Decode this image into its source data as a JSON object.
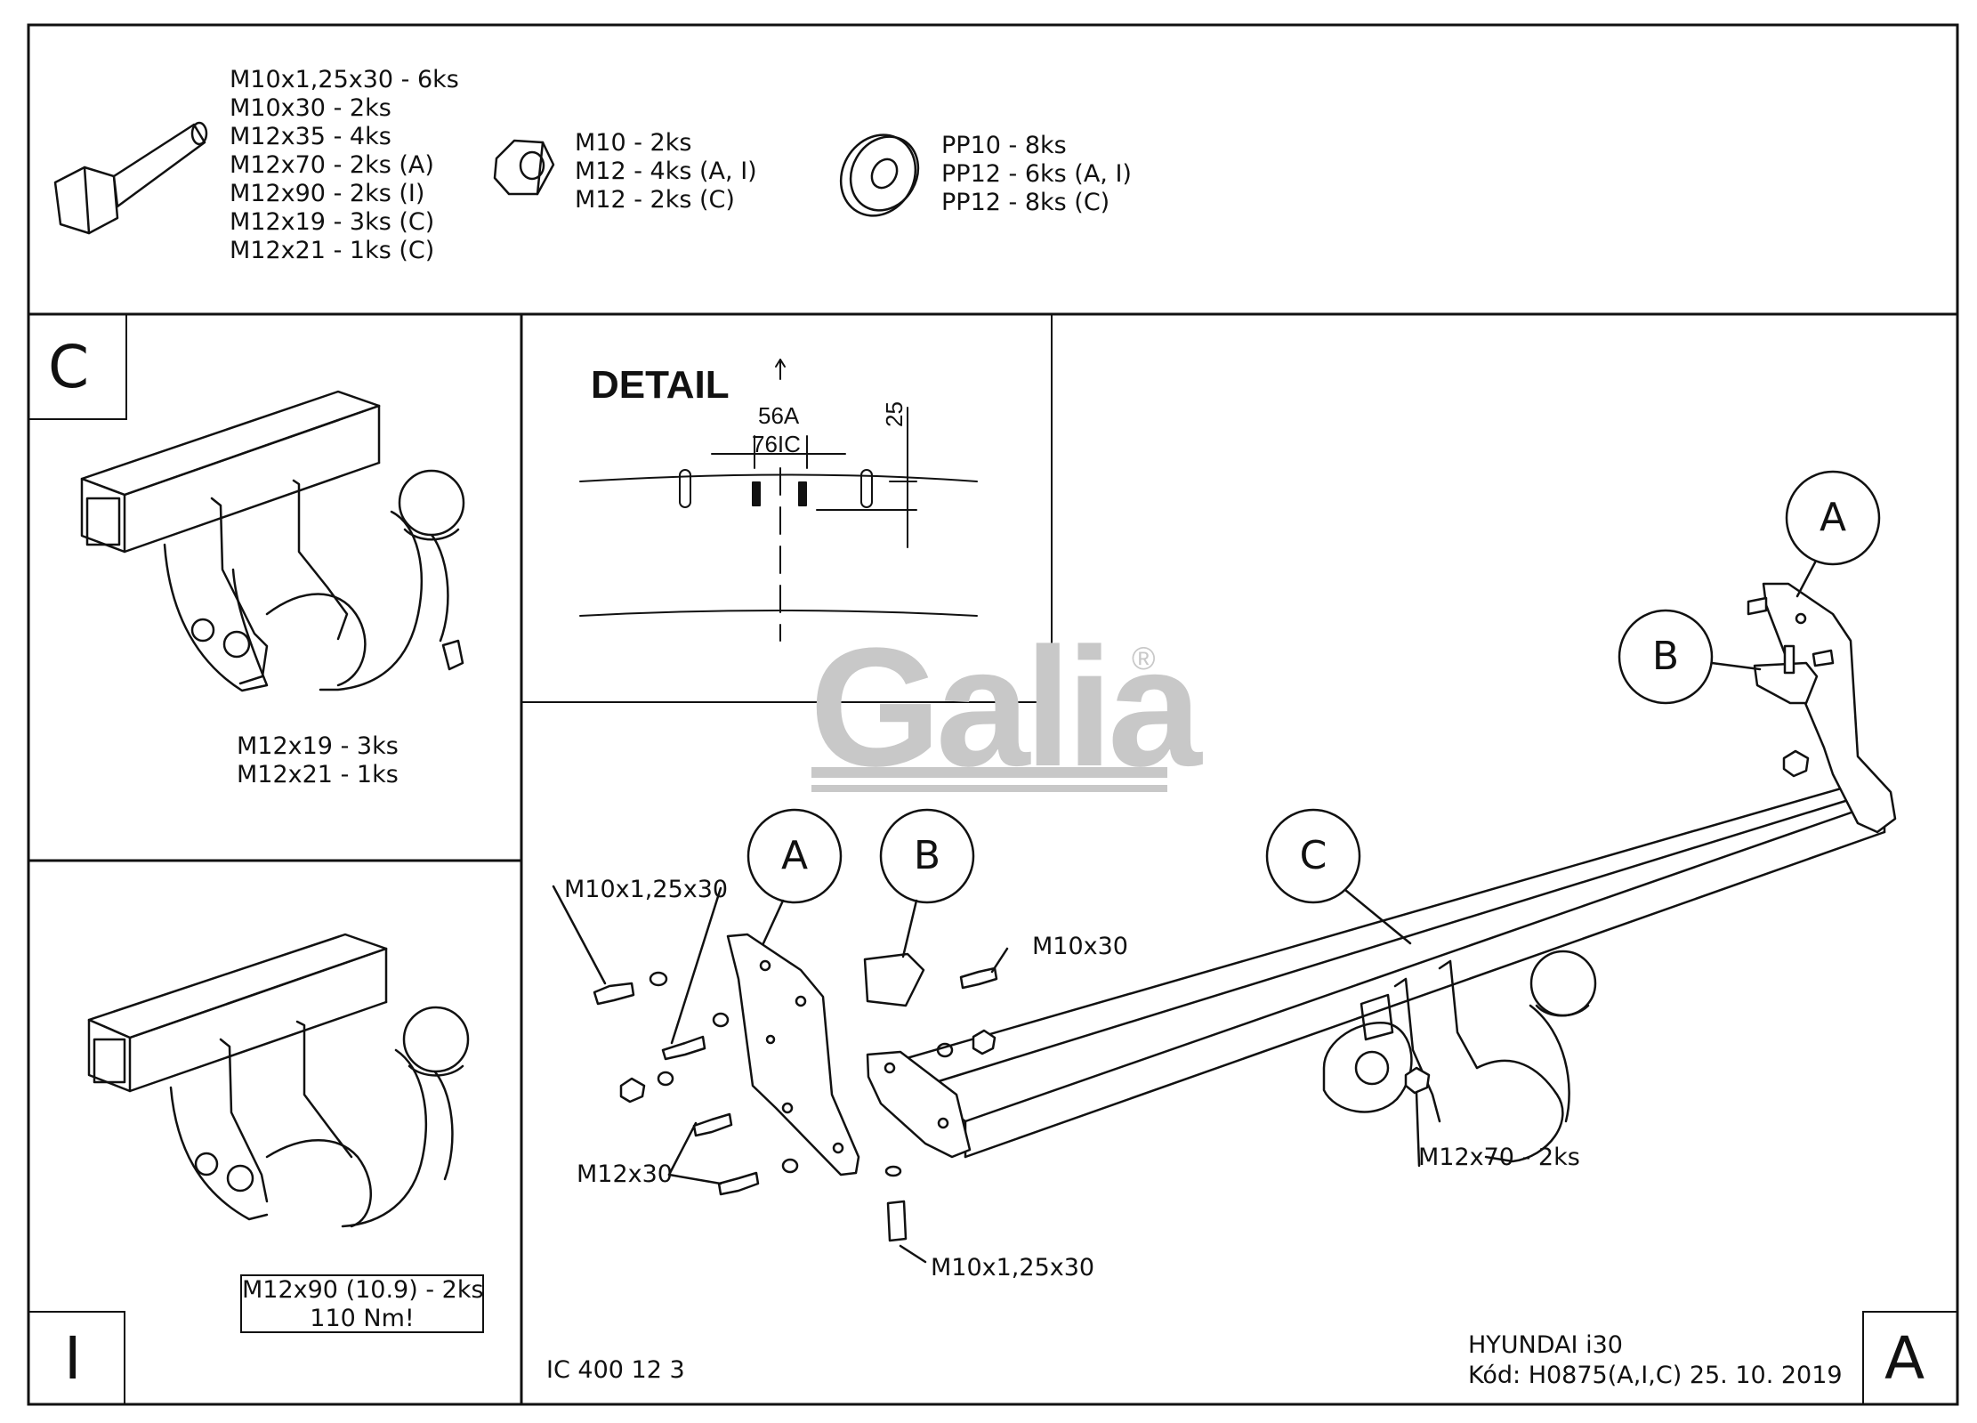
{
  "hardware": {
    "bolts": [
      "M10x1,25x30 - 6ks",
      "M10x30 - 2ks",
      "M12x35 - 4ks",
      "M12x70 - 2ks (A)",
      "M12x90 - 2ks (I)",
      "M12x19 - 3ks (C)",
      "M12x21 - 1ks (C)"
    ],
    "nuts": [
      "M10 - 2ks",
      "M12 - 4ks (A, I)",
      "M12 - 2ks (C)"
    ],
    "washers": [
      "PP10 - 8ks",
      "PP12 - 6ks (A, I)",
      "PP12 - 8ks (C)"
    ]
  },
  "panel_c": {
    "letter": "C",
    "bolts": [
      "M12x19 - 3ks",
      "M12x21 - 1ks"
    ]
  },
  "panel_i": {
    "letter": "I",
    "bolt": "M12x90 (10.9) - 2ks",
    "torque": "110 Nm!"
  },
  "detail": {
    "title": "DETAIL",
    "dim_a": "56A",
    "dim_ic": "76IC",
    "dim_h": "25"
  },
  "main": {
    "callout_a": "A",
    "callout_b": "B",
    "callout_c": "C",
    "label_m10_125_top": "M10x1,25x30",
    "label_m10x30": "M10x30",
    "label_m12x30": "M12x30",
    "label_m10_125_bottom": "M10x1,25x30",
    "label_m12x70": "M12x70 - 2ks",
    "drawing_no": "IC 400 12 3",
    "letter": "A"
  },
  "title_block": {
    "model": "HYUNDAI i30",
    "code": "Kód: H0875(A,I,C)  25. 10. 2019"
  },
  "brand": {
    "name": "Galia",
    "mark": "®",
    "color": "#c8c8c8"
  }
}
